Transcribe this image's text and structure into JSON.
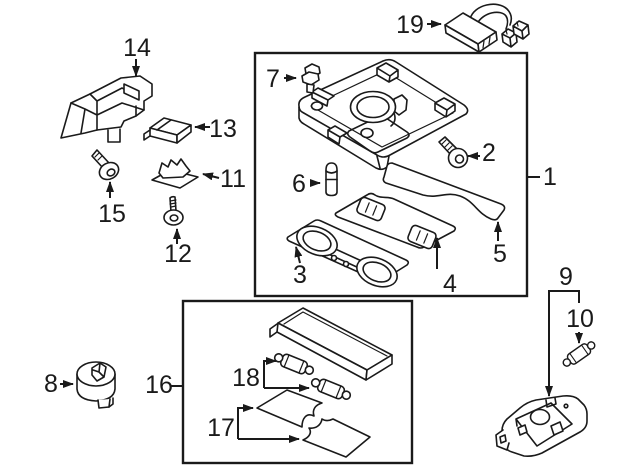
{
  "diagram": {
    "kind": "exploded-parts-diagram",
    "colors": {
      "background": "#ffffff",
      "line": "#1a1a1a"
    },
    "callouts": {
      "n1": "1",
      "n2": "2",
      "n3": "3",
      "n4": "4",
      "n5": "5",
      "n6": "6",
      "n7": "7",
      "n8": "8",
      "n9": "9",
      "n10": "10",
      "n11": "11",
      "n12": "12",
      "n13": "13",
      "n14": "14",
      "n15": "15",
      "n16": "16",
      "n17": "17",
      "n18": "18",
      "n19": "19"
    }
  }
}
